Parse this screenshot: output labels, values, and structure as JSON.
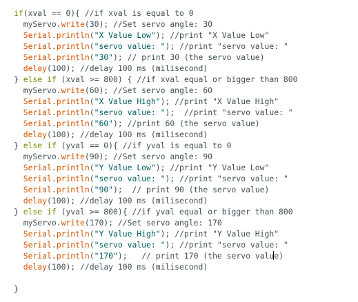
{
  "editor": {
    "colors": {
      "keyword": "#728e00",
      "function": "#d35400",
      "string": "#005c5f",
      "comment": "#434f54",
      "plain": "#434f54",
      "background": "#ffffff"
    },
    "lines": [
      [
        {
          "t": "keyword",
          "v": "if"
        },
        {
          "t": "plain",
          "v": "(xval == 0){ "
        },
        {
          "t": "comment",
          "v": "//if xval is equal to 0"
        }
      ],
      [
        {
          "t": "plain",
          "v": "  myServo."
        },
        {
          "t": "function",
          "v": "write"
        },
        {
          "t": "plain",
          "v": "(30); "
        },
        {
          "t": "comment",
          "v": "//Set servo angle: 30"
        }
      ],
      [
        {
          "t": "plain",
          "v": "  "
        },
        {
          "t": "function",
          "v": "Serial"
        },
        {
          "t": "plain",
          "v": "."
        },
        {
          "t": "function",
          "v": "println"
        },
        {
          "t": "plain",
          "v": "("
        },
        {
          "t": "string",
          "v": "\"X Value Low\""
        },
        {
          "t": "plain",
          "v": "); "
        },
        {
          "t": "comment",
          "v": "//print \"X Value Low\""
        }
      ],
      [
        {
          "t": "plain",
          "v": "  "
        },
        {
          "t": "function",
          "v": "Serial"
        },
        {
          "t": "plain",
          "v": "."
        },
        {
          "t": "function",
          "v": "println"
        },
        {
          "t": "plain",
          "v": "("
        },
        {
          "t": "string",
          "v": "\"servo value: \""
        },
        {
          "t": "plain",
          "v": "); "
        },
        {
          "t": "comment",
          "v": "//print \"servo value: \""
        }
      ],
      [
        {
          "t": "plain",
          "v": "  "
        },
        {
          "t": "function",
          "v": "Serial"
        },
        {
          "t": "plain",
          "v": "."
        },
        {
          "t": "function",
          "v": "println"
        },
        {
          "t": "plain",
          "v": "("
        },
        {
          "t": "string",
          "v": "\"30\""
        },
        {
          "t": "plain",
          "v": "); "
        },
        {
          "t": "comment",
          "v": "// print 30 (the servo value)"
        }
      ],
      [
        {
          "t": "plain",
          "v": "  "
        },
        {
          "t": "function",
          "v": "delay"
        },
        {
          "t": "plain",
          "v": "(100); "
        },
        {
          "t": "comment",
          "v": "//delay 100 ms (milisecond)"
        }
      ],
      [
        {
          "t": "plain",
          "v": "} "
        },
        {
          "t": "keyword",
          "v": "else"
        },
        {
          "t": "plain",
          "v": " "
        },
        {
          "t": "keyword",
          "v": "if"
        },
        {
          "t": "plain",
          "v": " (xval >= 800) { "
        },
        {
          "t": "comment",
          "v": "//if xval equal or bigger than 800"
        }
      ],
      [
        {
          "t": "plain",
          "v": "  myServo."
        },
        {
          "t": "function",
          "v": "write"
        },
        {
          "t": "plain",
          "v": "(60); "
        },
        {
          "t": "comment",
          "v": "//Set servo angle: 60"
        }
      ],
      [
        {
          "t": "plain",
          "v": "  "
        },
        {
          "t": "function",
          "v": "Serial"
        },
        {
          "t": "plain",
          "v": "."
        },
        {
          "t": "function",
          "v": "println"
        },
        {
          "t": "plain",
          "v": "("
        },
        {
          "t": "string",
          "v": "\"X Value High\""
        },
        {
          "t": "plain",
          "v": "); "
        },
        {
          "t": "comment",
          "v": "//print \"X Value High\""
        }
      ],
      [
        {
          "t": "plain",
          "v": "  "
        },
        {
          "t": "function",
          "v": "Serial"
        },
        {
          "t": "plain",
          "v": "."
        },
        {
          "t": "function",
          "v": "println"
        },
        {
          "t": "plain",
          "v": "("
        },
        {
          "t": "string",
          "v": "\"servo value: \""
        },
        {
          "t": "plain",
          "v": ");  "
        },
        {
          "t": "comment",
          "v": "//print \"servo value: \""
        }
      ],
      [
        {
          "t": "plain",
          "v": "  "
        },
        {
          "t": "function",
          "v": "Serial"
        },
        {
          "t": "plain",
          "v": "."
        },
        {
          "t": "function",
          "v": "println"
        },
        {
          "t": "plain",
          "v": "("
        },
        {
          "t": "string",
          "v": "\"60\""
        },
        {
          "t": "plain",
          "v": "); "
        },
        {
          "t": "comment",
          "v": "//print 60 (the servo value)"
        }
      ],
      [
        {
          "t": "plain",
          "v": "  "
        },
        {
          "t": "function",
          "v": "delay"
        },
        {
          "t": "plain",
          "v": "(100); "
        },
        {
          "t": "comment",
          "v": "//delay 100 ms (milisecond)"
        }
      ],
      [
        {
          "t": "plain",
          "v": "} "
        },
        {
          "t": "keyword",
          "v": "else"
        },
        {
          "t": "plain",
          "v": " "
        },
        {
          "t": "keyword",
          "v": "if"
        },
        {
          "t": "plain",
          "v": " (yval == 0){ "
        },
        {
          "t": "comment",
          "v": "//if yval is equal to 0"
        }
      ],
      [
        {
          "t": "plain",
          "v": "  myServo."
        },
        {
          "t": "function",
          "v": "write"
        },
        {
          "t": "plain",
          "v": "(90); "
        },
        {
          "t": "comment",
          "v": "//Set servo angle: 90"
        }
      ],
      [
        {
          "t": "plain",
          "v": "  "
        },
        {
          "t": "function",
          "v": "Serial"
        },
        {
          "t": "plain",
          "v": "."
        },
        {
          "t": "function",
          "v": "println"
        },
        {
          "t": "plain",
          "v": "("
        },
        {
          "t": "string",
          "v": "\"Y Value Low\""
        },
        {
          "t": "plain",
          "v": "); "
        },
        {
          "t": "comment",
          "v": "//print \"Y Value Low\""
        }
      ],
      [
        {
          "t": "plain",
          "v": "  "
        },
        {
          "t": "function",
          "v": "Serial"
        },
        {
          "t": "plain",
          "v": "."
        },
        {
          "t": "function",
          "v": "println"
        },
        {
          "t": "plain",
          "v": "("
        },
        {
          "t": "string",
          "v": "\"servo value: \""
        },
        {
          "t": "plain",
          "v": "); "
        },
        {
          "t": "comment",
          "v": "//print \"servo value: \""
        }
      ],
      [
        {
          "t": "plain",
          "v": "  "
        },
        {
          "t": "function",
          "v": "Serial"
        },
        {
          "t": "plain",
          "v": "."
        },
        {
          "t": "function",
          "v": "println"
        },
        {
          "t": "plain",
          "v": "("
        },
        {
          "t": "string",
          "v": "\"90\""
        },
        {
          "t": "plain",
          "v": ");  "
        },
        {
          "t": "comment",
          "v": "// print 90 (the servo value)"
        }
      ],
      [
        {
          "t": "plain",
          "v": "  "
        },
        {
          "t": "function",
          "v": "delay"
        },
        {
          "t": "plain",
          "v": "(100); "
        },
        {
          "t": "comment",
          "v": "//delay 100 ms (milisecond)"
        }
      ],
      [
        {
          "t": "plain",
          "v": "} "
        },
        {
          "t": "keyword",
          "v": "else"
        },
        {
          "t": "plain",
          "v": " "
        },
        {
          "t": "keyword",
          "v": "if"
        },
        {
          "t": "plain",
          "v": " (yval >= 800){ "
        },
        {
          "t": "comment",
          "v": "//if yval equal or bigger than 800"
        }
      ],
      [
        {
          "t": "plain",
          "v": "  myServo."
        },
        {
          "t": "function",
          "v": "write"
        },
        {
          "t": "plain",
          "v": "(170); "
        },
        {
          "t": "comment",
          "v": "//Set servo angle: 170"
        }
      ],
      [
        {
          "t": "plain",
          "v": "  "
        },
        {
          "t": "function",
          "v": "Serial"
        },
        {
          "t": "plain",
          "v": "."
        },
        {
          "t": "function",
          "v": "println"
        },
        {
          "t": "plain",
          "v": "("
        },
        {
          "t": "string",
          "v": "\"Y Value High\""
        },
        {
          "t": "plain",
          "v": "); "
        },
        {
          "t": "comment",
          "v": "//print \"Y Value High\""
        }
      ],
      [
        {
          "t": "plain",
          "v": "  "
        },
        {
          "t": "function",
          "v": "Serial"
        },
        {
          "t": "plain",
          "v": "."
        },
        {
          "t": "function",
          "v": "println"
        },
        {
          "t": "plain",
          "v": "("
        },
        {
          "t": "string",
          "v": "\"servo value: \""
        },
        {
          "t": "plain",
          "v": "); "
        },
        {
          "t": "comment",
          "v": "//print \"servo value: \""
        }
      ],
      [
        {
          "t": "plain",
          "v": "  "
        },
        {
          "t": "function",
          "v": "Serial"
        },
        {
          "t": "plain",
          "v": "."
        },
        {
          "t": "function",
          "v": "println"
        },
        {
          "t": "plain",
          "v": "("
        },
        {
          "t": "string",
          "v": "\"170\""
        },
        {
          "t": "plain",
          "v": ");   "
        },
        {
          "t": "comment",
          "v": "// print 170 (the servo valu"
        },
        {
          "t": "caret",
          "v": ""
        },
        {
          "t": "comment",
          "v": "e)"
        }
      ],
      [
        {
          "t": "plain",
          "v": "  "
        },
        {
          "t": "function",
          "v": "delay"
        },
        {
          "t": "plain",
          "v": "(100); "
        },
        {
          "t": "comment",
          "v": "//delay 100 ms (milisecond)"
        }
      ],
      [],
      [
        {
          "t": "plain",
          "v": "}"
        }
      ]
    ]
  }
}
